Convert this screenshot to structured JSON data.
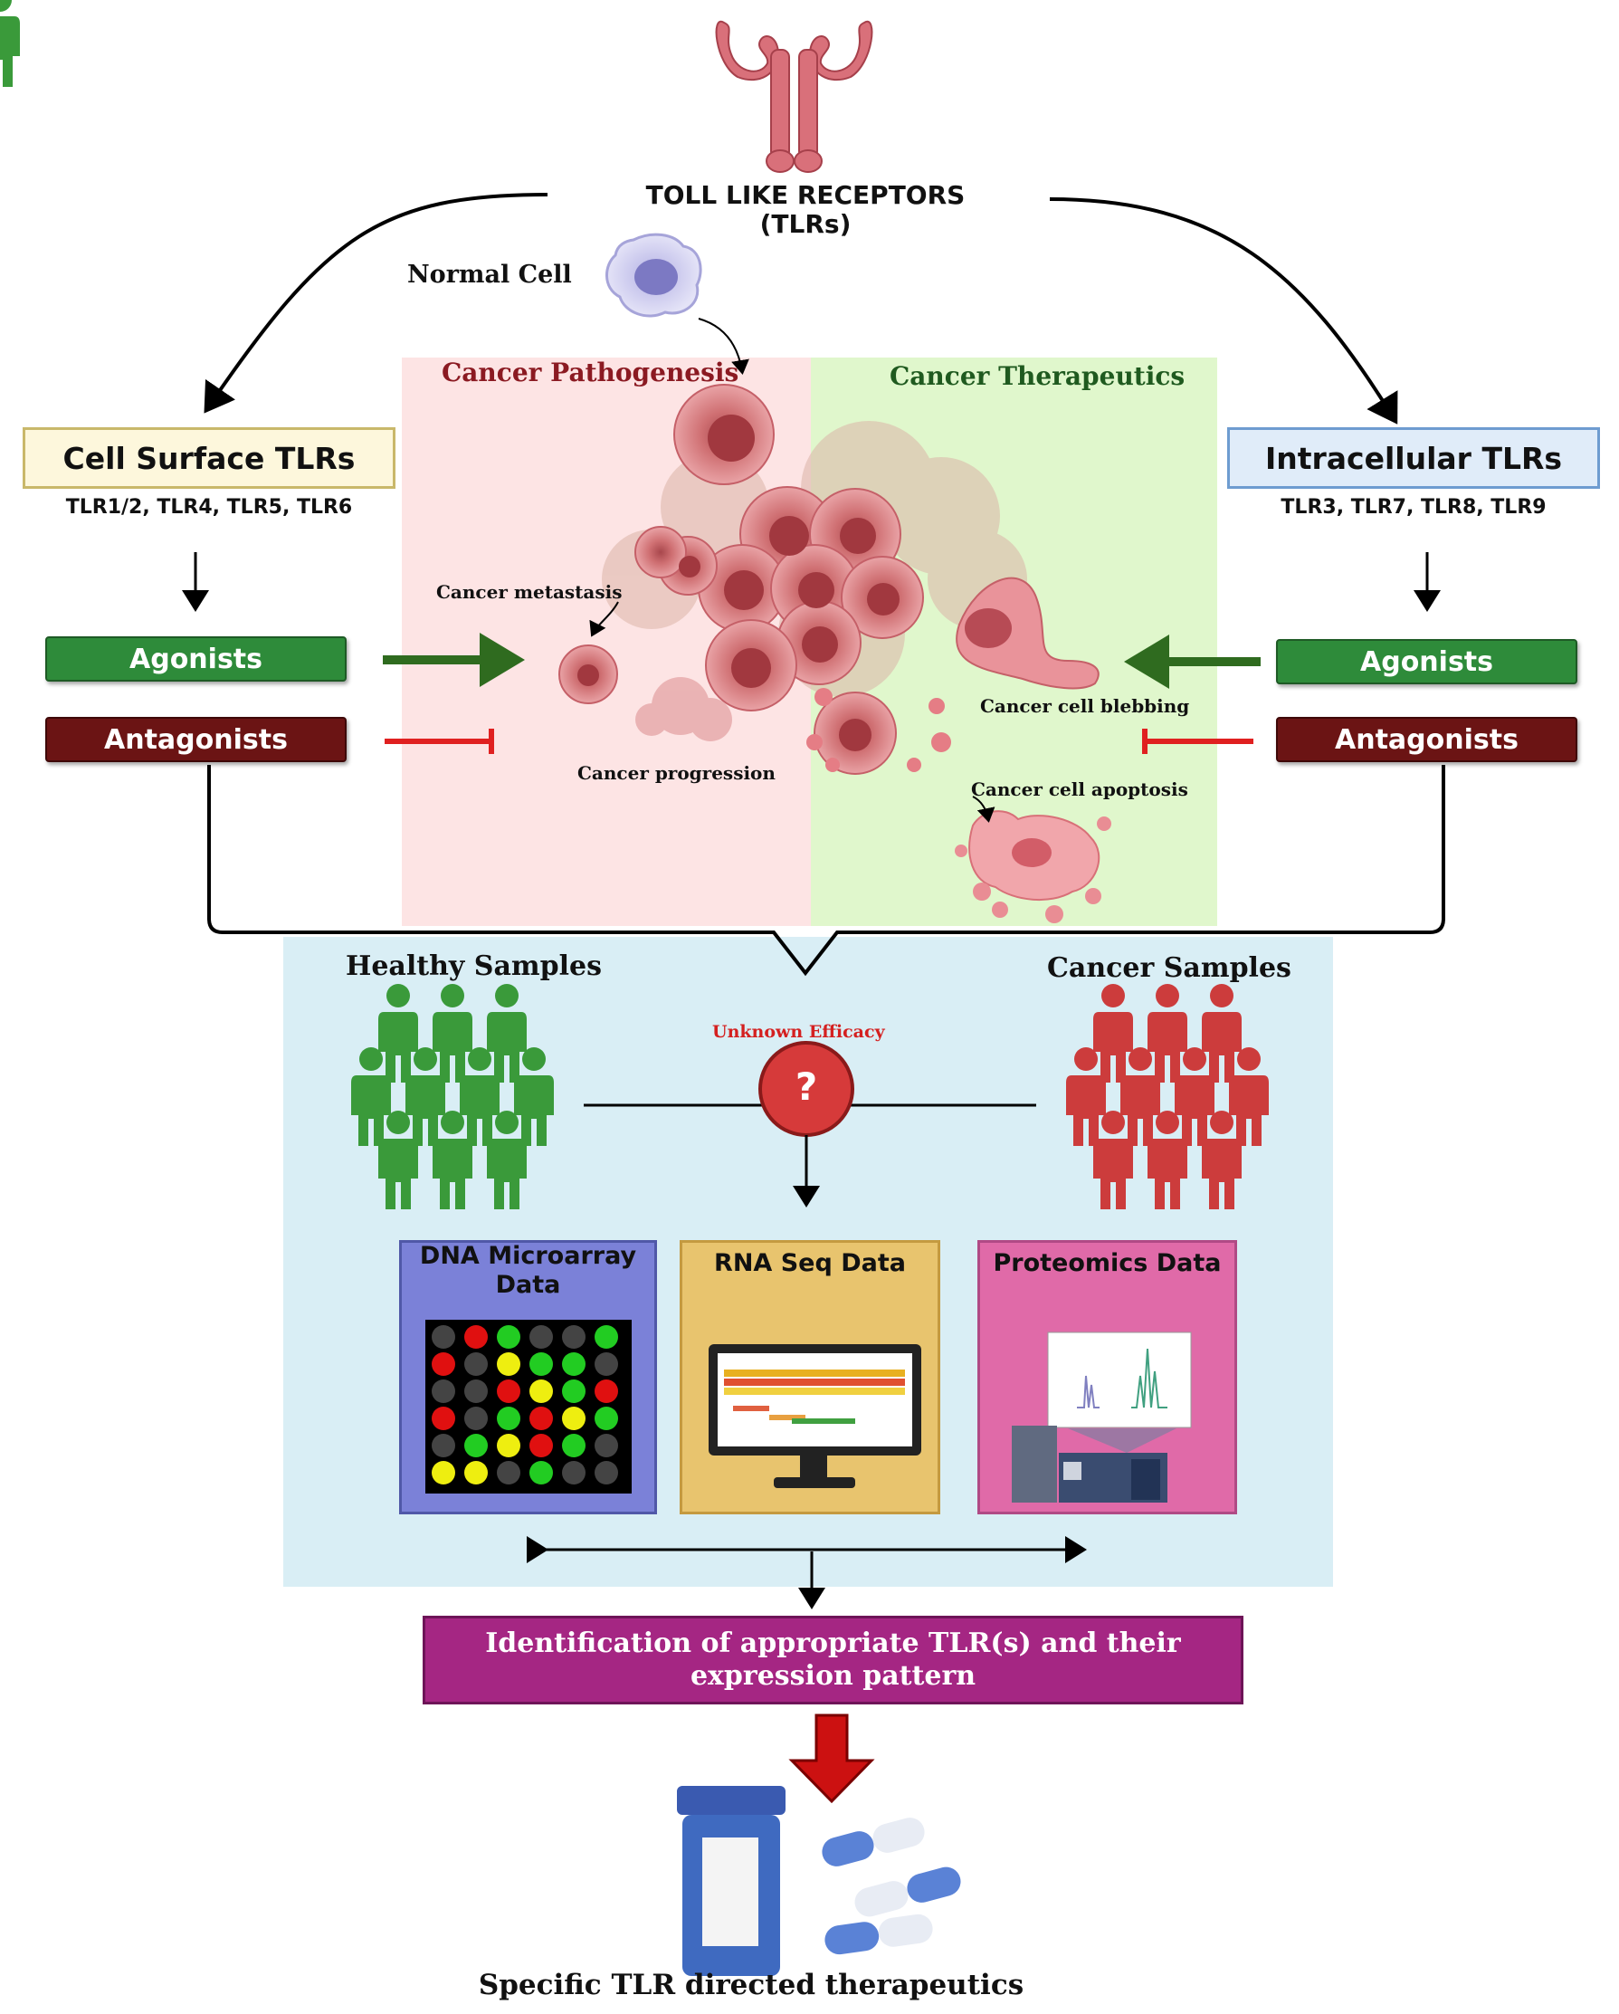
{
  "receptor": {
    "title_line1": "TOLL LIKE RECEPTORS",
    "title_line2": "(TLRs)"
  },
  "normal_cell_label": "Normal Cell",
  "zones": {
    "pathogenesis": "Cancer Pathogenesis",
    "therapeutics": "Cancer Therapeutics"
  },
  "left": {
    "box_title": "Cell Surface TLRs",
    "members": "TLR1/2, TLR4, TLR5, TLR6",
    "agonists": "Agonists",
    "antagonists": "Antagonists"
  },
  "right": {
    "box_title": "Intracellular TLRs",
    "members": "TLR3, TLR7, TLR8, TLR9",
    "agonists": "Agonists",
    "antagonists": "Antagonists"
  },
  "cell_labels": {
    "metastasis": "Cancer metastasis",
    "progression": "Cancer progression",
    "blebbing": "Cancer cell blebbing",
    "apoptosis": "Cancer cell apoptosis"
  },
  "samples": {
    "healthy": "Healthy Samples",
    "cancer": "Cancer Samples",
    "unknown": "Unknown Efficacy",
    "question": "?"
  },
  "data_panels": {
    "microarray_line1": "DNA Microarray",
    "microarray_line2": "Data",
    "rnaseq": "RNA Seq Data",
    "proteomics": "Proteomics Data"
  },
  "identification_line1": "Identification of appropriate TLR(s) and their",
  "identification_line2": "expression pattern",
  "final_label": "Specific TLR directed therapeutics",
  "colors": {
    "pathogenesis_bg": "#fde4e4",
    "therapeutics_bg": "#e0f7cc",
    "samples_bg": "#d9eef5",
    "agonist": "#2e8b3a",
    "antagonist": "#6b1414",
    "cell_surface_box": "#fdf7dc",
    "intracellular_box": "#e0ecf9",
    "microarray": "#7b81d8",
    "rnaseq": "#e8c46e",
    "proteomics": "#e06aa8",
    "identification": "#a52683",
    "healthy_people": "#3a9a3a",
    "cancer_people": "#cc3c3c"
  }
}
